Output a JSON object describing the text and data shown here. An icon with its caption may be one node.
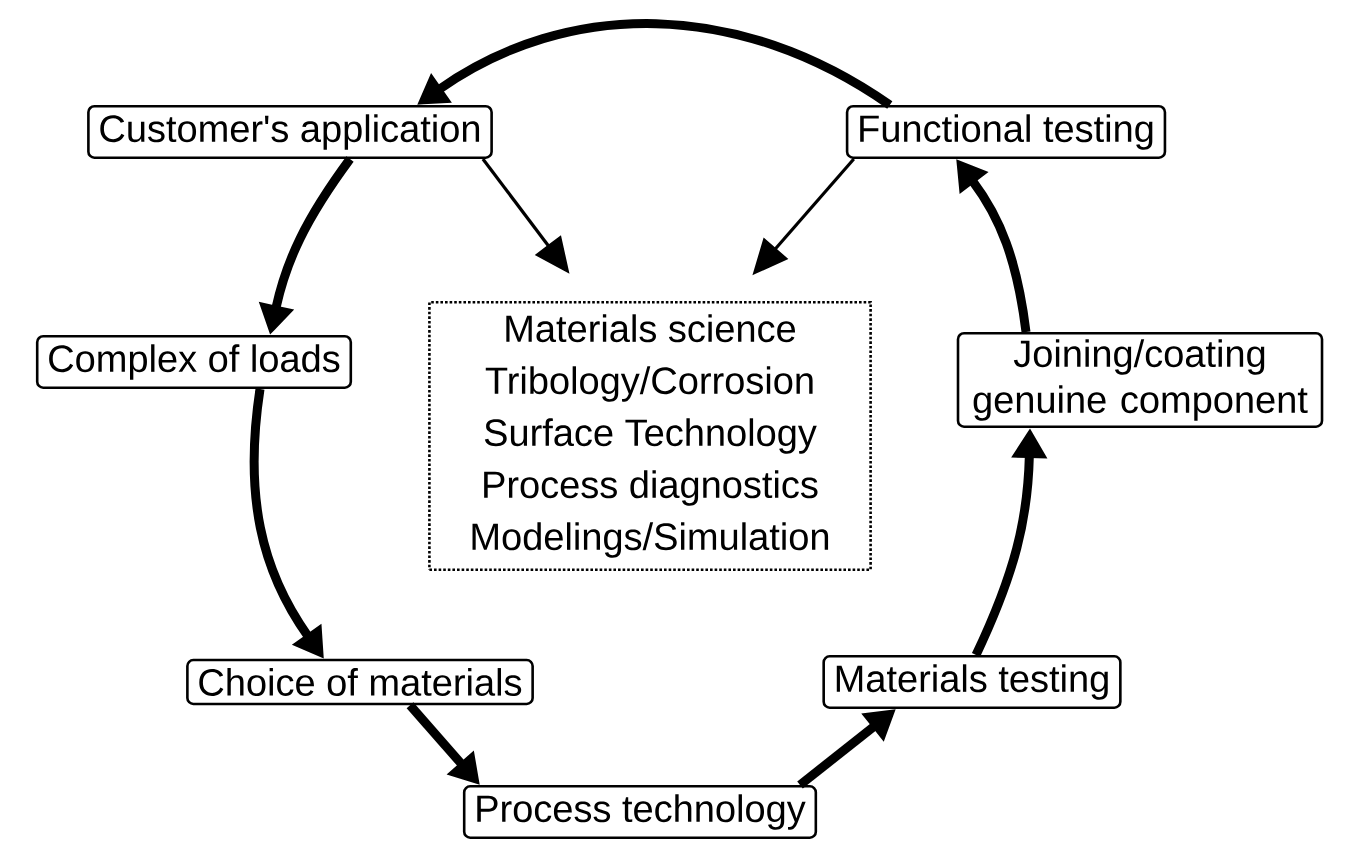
{
  "diagram": {
    "nodes": [
      {
        "text": [
          "Customer's application"
        ]
      },
      {
        "text": [
          "Functional testing"
        ]
      },
      {
        "text": [
          "Complex of loads"
        ]
      },
      {
        "text": [
          "Materials science",
          "Tribology/Corrosion",
          "Surface Technology",
          "Process diagnostics",
          "Modelings/Simulation"
        ]
      },
      {
        "text": [
          "Joining/coating genuine component"
        ]
      },
      {
        "text": [
          "Choice of materials"
        ]
      },
      {
        "text": [
          "Materials testing"
        ]
      },
      {
        "text": [
          "Process technology"
        ]
      }
    ],
    "edges": [
      {
        "from": 1,
        "to": 0,
        "arrow": "to"
      },
      {
        "from": 0,
        "to": 2,
        "arrow": "to"
      },
      {
        "from": 2,
        "to": 5,
        "arrow": "to"
      },
      {
        "from": 5,
        "to": 7,
        "arrow": "to"
      },
      {
        "from": 7,
        "to": 6,
        "arrow": "to"
      },
      {
        "from": 6,
        "to": 4,
        "arrow": "to"
      },
      {
        "from": 4,
        "to": 1,
        "arrow": "to"
      },
      {
        "from": 0,
        "to": 3,
        "arrow": "to"
      },
      {
        "from": 1,
        "to": 3,
        "arrow": "to"
      }
    ]
  }
}
